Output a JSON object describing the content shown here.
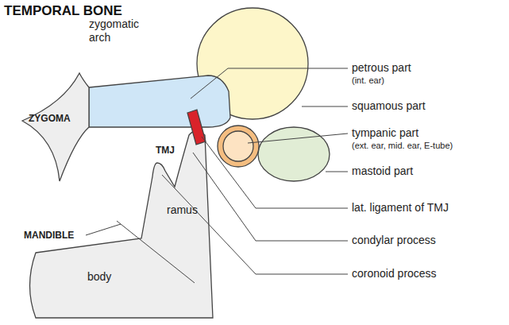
{
  "diagram": {
    "title": "TEMPORAL BONE",
    "labels": [
      "zygomatic arch",
      "ZYGOMA",
      "TMJ",
      "MANDIBLE",
      "ramus",
      "body",
      "petrous part",
      "(int. ear)",
      "squamous part",
      "tympanic part",
      "(ext. ear, mid. ear, E-tube)",
      "mastoid part",
      "lat. ligament of TMJ",
      "condylar process",
      "coronoid process"
    ]
  }
}
